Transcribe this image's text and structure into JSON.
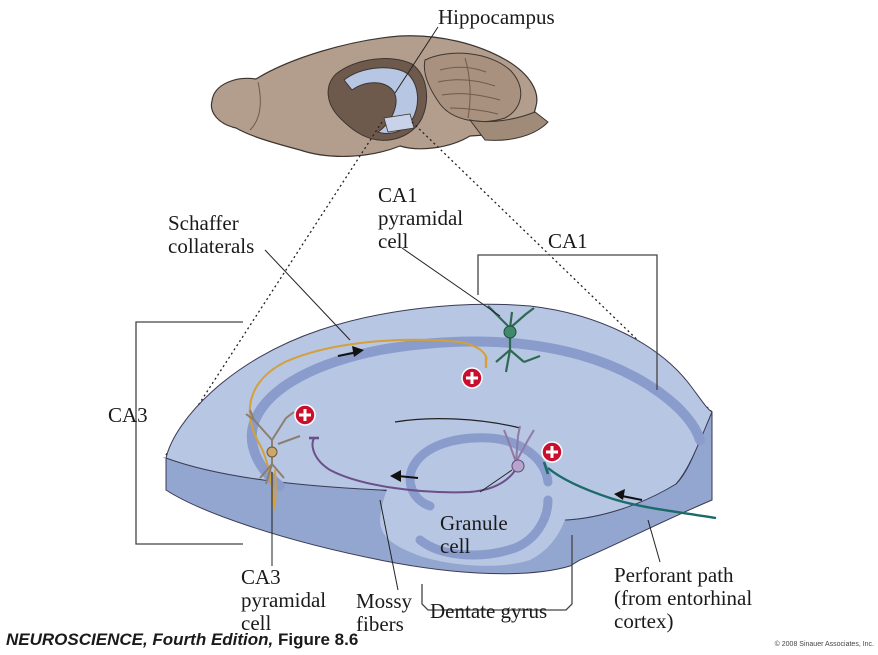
{
  "labels": {
    "hippocampus": "Hippocampus",
    "schaffer": [
      "Schaffer",
      "collaterals"
    ],
    "ca1_cell": [
      "CA1",
      "pyramidal",
      "cell"
    ],
    "ca1": "CA1",
    "ca3": "CA3",
    "granule": [
      "Granule",
      "cell"
    ],
    "ca3_cell": [
      "CA3",
      "pyramidal",
      "cell"
    ],
    "mossy": [
      "Mossy",
      "fibers"
    ],
    "dentate": "Dentate gyrus",
    "perforant": [
      "Perforant path",
      "(from entorhinal",
      "cortex)"
    ]
  },
  "footer": {
    "book": "NEUROSCIENCE,",
    "edition": " Fourth Edition,",
    "figure": " Figure 8.6",
    "copyright": "© 2008 Sinauer Associates, Inc."
  },
  "colors": {
    "tissue_top": "#b7c6e3",
    "tissue_side": "#93a6cf",
    "cell_layer": "#8a9ccb",
    "brain": "#b39e8d",
    "brain_dark": "#8a7463",
    "schaffer": "#d4a038",
    "mossy": "#6b4f8a",
    "perforant": "#1c6a6a",
    "ca1_cell": "#2e6a52",
    "excitatory": "#c8102e"
  },
  "icons": [
    "plus-sign-icon",
    "direction-arrow-icon"
  ]
}
